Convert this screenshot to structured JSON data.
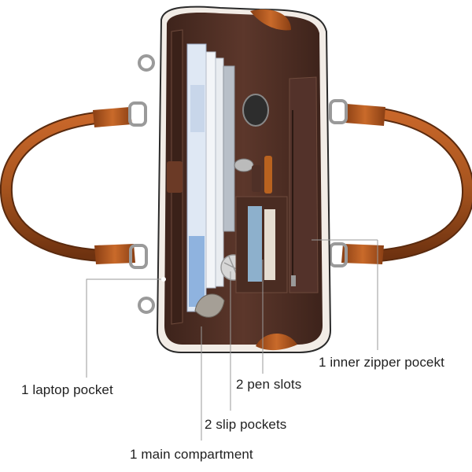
{
  "image": {
    "subject": "open brown leather tote bag",
    "colors": {
      "leather": "#a8551f",
      "leather_dark": "#6e3210",
      "lining": "#4a2c22",
      "lining_light": "#5c372b",
      "zipper_trim": "#f2ece6",
      "hardware": "#9a9a9a"
    }
  },
  "callouts": [
    {
      "id": "laptop",
      "text": "1 laptop pocket"
    },
    {
      "id": "pen",
      "text": "2 pen slots"
    },
    {
      "id": "zipper",
      "text": "1 inner zipper pocekt"
    },
    {
      "id": "slip",
      "text": "2 slip pockets"
    },
    {
      "id": "main",
      "text": "1 main compartment"
    }
  ]
}
